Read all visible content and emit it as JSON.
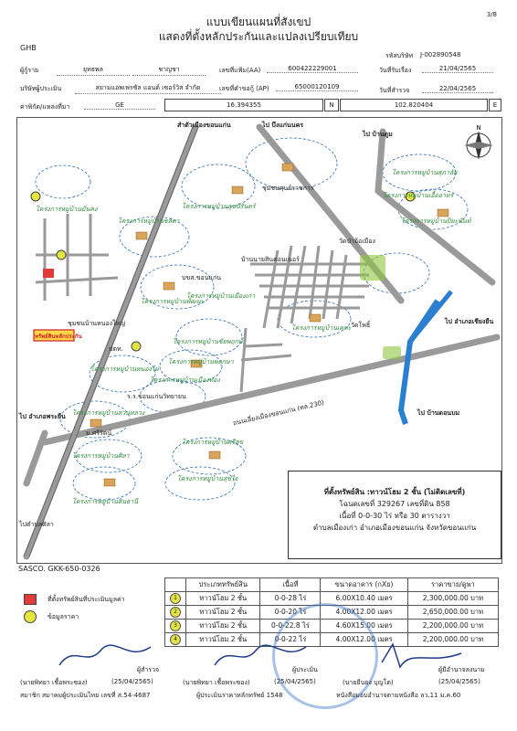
{
  "header": {
    "page_no": "3/8",
    "title1": "แบบเขียนแผนที่สังเขป",
    "title2": "แสดงที่ตั้งหลักประกันและแปลงเปรียบเทียบ",
    "bank_code": "GHB",
    "job_label": "รหัสบริษัท",
    "job_value": "J-002890548"
  },
  "info": {
    "borrower_label": "ผู้กู้ราย",
    "borrower_first": "ยุทธพล",
    "borrower_last": "ชาญชา",
    "file_label": "เลขที่แฟ้ม(AA)",
    "file_value": "600422229001",
    "accept_label": "วันที่รับเรื่อง",
    "accept_value": "21/04/2565",
    "company_label": "บริษัทผู้ประเมิน",
    "company_value": "สยามแอพเพรซัล แอนด์ เซอร์วิส จำกัด",
    "request_label": "เลขที่คำขอกู้ (AP)",
    "request_value": "65000120109",
    "survey_label": "วันที่สำรวจ",
    "survey_value": "22/04/2565",
    "coord_label": "ค่าพิกัด/แหล่งที่มา",
    "coord_source": "GE",
    "lat_value": "16.394355",
    "n_label": "N",
    "lng_value": "102.820404",
    "e_label": "E"
  },
  "map": {
    "labels": {
      "top_left_road": "สำตัวเมืองขอนแก่น",
      "top_mid_road": "ไป บึงแก่นนคร",
      "top_right_road": "ไป บ้านตูม",
      "right_road": "ไป อำเภอเชียงยืน",
      "right_lower_road": "ไป บ้านดอนบม",
      "left_road": "ไป อำเภอพระยืน",
      "bottom_left_road": "ไปตำบลศิลา",
      "community": "ชุมชนศุนย์ราชการ",
      "school": "วัดป่าอ้อเมือง",
      "temple": "วัดโพธิ์",
      "target": "ทรัพย์สินหลักประกัน",
      "main_road": "ถนนเลี่ยงเมืองขอนแก่น (ทล.230)",
      "hospital": "ร.ร.ขอนแก่นวิทยายน",
      "market": "บขส.ขอนแก่น",
      "gas": "ปตท.",
      "village_a": "ชุมชนบ้านหนองใหญ่",
      "village_b": "บ้านนายสินคอนเนอร์",
      "small_road": "ม.ศรีรัตน์"
    },
    "projects": [
      "โครงการหมู่บ้านชลิตา",
      "โครงการหมู่บ้านพัฒนะ",
      "โครงการหมู่บ้านศุภาลัย",
      "โครงการหมู่บ้านเอื้ออาทร",
      "โครงการหมู่บ้านปิยะนันท์",
      "โครงการหมู่บ้านสุขนิรันดร์",
      "โครงการหมู่บ้านมั่นคง",
      "โครงการหมู่บ้านชัยพฤกษ์",
      "โครงการหมู่บ้านพฤกษา",
      "โครงการหมู่บ้านหนองไผ่",
      "โครงการหมู่บ้านเมืองทอง",
      "โครงการหมู่บ้านสวนหลวง",
      "โครงการหมู่บ้านศิลา",
      "โครงการหมู่บ้านศรีสุข",
      "โครงการหมู่บ้านสุขใจ",
      "โครงการหมู่บ้านสินธานี",
      "โครงการหมู่บ้านเคหะ",
      "โครงการหมู่บ้านเมืองเก่า"
    ]
  },
  "property": {
    "line1": "ที่ตั้งทรัพย์สิน :ทาวน์โฮม 2 ชั้น (ไม่ติดเลขที่)",
    "line2": "โฉนดเลขที่ 329267 เลขที่ดิน 858",
    "line3": "เนื้อที่ 0-0-30 ไร่ หรือ 30 ตารางวา",
    "line4": "ตำบลเมืองเก่า อำเภอเมืองขอนแก่น จังหวัดขอนแก่น"
  },
  "legend": {
    "code": "SASCO. GKK-650-0326",
    "subject": "ที่ตั้งทรัพย์สินที่ประเมินมูลค่า",
    "comparable": "ข้อมูลราคา",
    "subject_color": "#e03a3a",
    "comparable_color": "#e5e540"
  },
  "comparables": {
    "headers": [
      "ประเภททรัพย์สิน",
      "เนื้อที่",
      "ขนาดอาคาร (กXย)",
      "ราคาขาย/ดูพา"
    ],
    "rows": [
      {
        "no": "1",
        "type": "ทาวน์โฮม 2 ชั้น",
        "area": "0-0-28 ไร่",
        "size": "6.00X10.40 เมตร",
        "price": "2,300,000.00 บาท"
      },
      {
        "no": "2",
        "type": "ทาวน์โฮม 2 ชั้น",
        "area": "0-0-20 ไร่",
        "size": "4.00X12.00 เมตร",
        "price": "2,650,000.00 บาท"
      },
      {
        "no": "3",
        "type": "ทาวน์โฮม 2 ชั้น",
        "area": "0-0-22.8 ไร่",
        "size": "4.60X15.00 เมตร",
        "price": "2,200,000.00 บาท"
      },
      {
        "no": "4",
        "type": "ทาวน์โฮม 2 ชั้น",
        "area": "0-0-22 ไร่",
        "size": "4.00X12.00 เมตร",
        "price": "2,200,000.00 บาท"
      }
    ]
  },
  "signatures": {
    "s1_role": "ผู้สำรวจ",
    "s1_name": "(นายพิทยา   เชื้อพระซอง)",
    "s1_date": "(25/04/2565)",
    "s1_license": "สมาชิก สมาคมผู้ประเมินไทย เลขที่ ส.54-4687",
    "s2_role": "ผู้ประเมิน",
    "s2_name": "(นายพิทยา   เชื้อพระซอง)",
    "s2_date": "(25/04/2565)",
    "s2_license": "ผู้ประเมินราคาหลักทรัพย์ 1548",
    "s3_role": "ผู้มีอำนาจลงนาม",
    "s3_name": "(นายยืนยง   บุญโต)",
    "s3_date": "(25/04/2565)",
    "s3_license": "หนังสือมอบอำนาจตามหนังสือ ลว.11 ม.ค.60"
  }
}
